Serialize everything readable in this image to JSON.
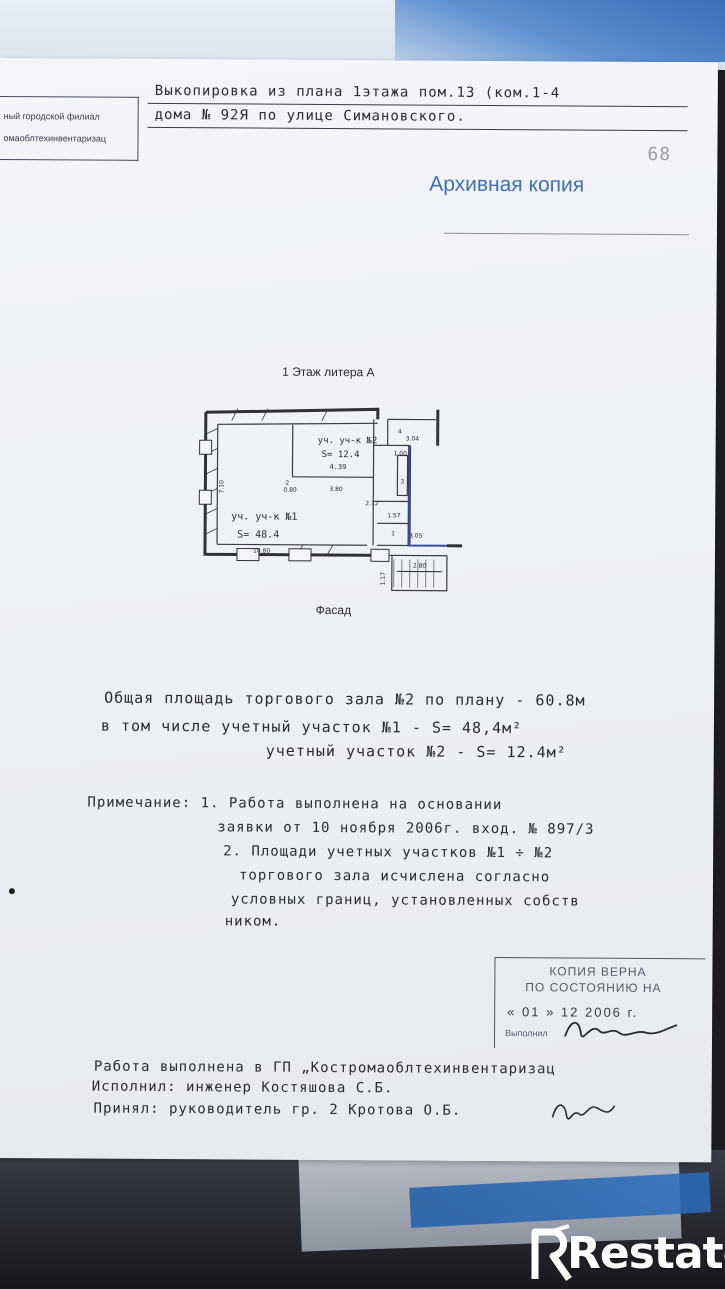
{
  "header": {
    "line1": "Выкопировка из плана 1этажа пом.13 (ком.1-4",
    "line2": "дома № 92Я по улице Симановского.",
    "corner_number": "68"
  },
  "top_stamp": {
    "line1": "ный городской филиал",
    "line2": "омаоблтехинвентаризац"
  },
  "archive_label": "Архивная копия",
  "plan": {
    "title": "1 Этаж литера А",
    "facade_label": "Фасад",
    "room1": {
      "label": "уч. уч-к №1",
      "area": "S= 48.4"
    },
    "room2": {
      "label": "уч. уч-к №2",
      "area": "S= 12.4",
      "dim": "4.39"
    },
    "dims": [
      "7.10",
      "3.80",
      "0.80",
      "2.12",
      "1.57",
      "3.05",
      "3.04",
      "1.00",
      "10.80",
      "2.80",
      "1.17"
    ]
  },
  "area_text": {
    "line1": "Общая площадь торгового зала №2 по плану - 60.8м",
    "line2": "в том числе учетный участок №1 - S= 48,4м²",
    "line3": "учетный участок №2 - S= 12.4м²"
  },
  "notes": {
    "line1": "Примечание: 1. Работа выполнена на основании",
    "line2": "заявки от 10 ноября 2006г. вход. № 897/3",
    "line3": "2. Площади учетных участков №1 ÷ №2",
    "line4": "торгового зала исчислена согласно",
    "line5": "условных границ, установленных собств",
    "line6": "ником."
  },
  "copy_stamp": {
    "line1": "КОПИЯ ВЕРНА",
    "line2": "ПО СОСТОЯНИЮ НА",
    "date": "« 01 » 12 2006 г.",
    "performed": "Выполнил"
  },
  "footer": {
    "line1": "Работа выполнена в ГП „Костромаоблтехинвентаризац",
    "line2": "Исполнил: инженер Костяшова С.Б.",
    "line3": "Принял: руководитель гр. 2 Кротова О.Б."
  },
  "watermark": "Restate"
}
